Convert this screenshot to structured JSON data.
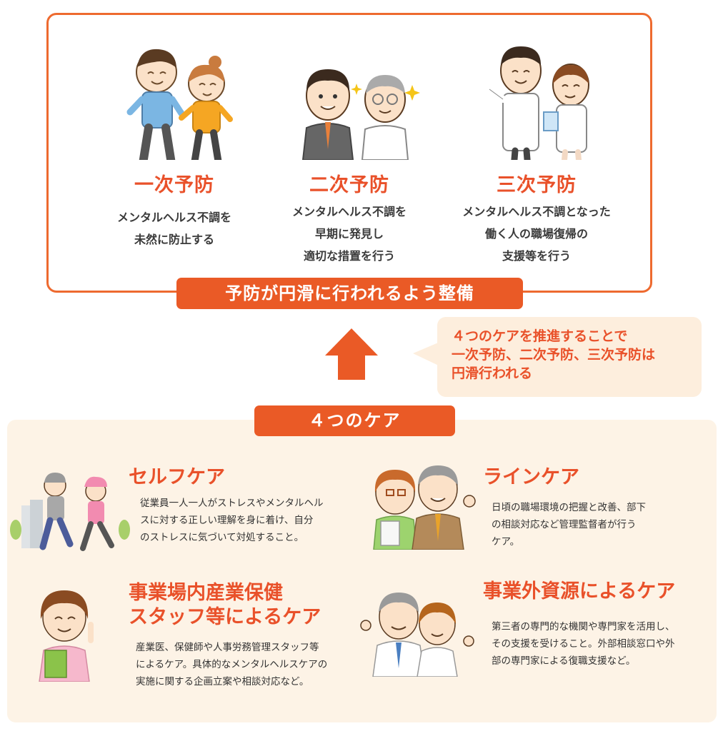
{
  "prevention": {
    "items": [
      {
        "title": "一次予防",
        "desc": [
          "メンタルヘルス不調を",
          "未然に防止する"
        ]
      },
      {
        "title": "二次予防",
        "desc": [
          "メンタルヘルス不調を",
          "早期に発見し",
          "適切な措置を行う"
        ]
      },
      {
        "title": "三次予防",
        "desc": [
          "メンタルヘルス不調となった",
          "働く人の職場復帰の",
          "支援等を行う"
        ]
      }
    ],
    "banner": "予防が円滑に行われるよう整備"
  },
  "bubble": {
    "lines": [
      "４つのケアを推進することで",
      "一次予防、二次予防、三次予防は",
      "円滑行われる"
    ]
  },
  "cares": {
    "title": "４つのケア",
    "items": [
      {
        "name": [
          "セルフケア"
        ],
        "desc": [
          "従業員一人一人がストレスやメンタルヘル",
          "スに対する正しい理解を身に着け、自分",
          "のストレスに気づいて対処すること。"
        ]
      },
      {
        "name": [
          "ラインケア"
        ],
        "desc": [
          "日頃の職場環境の把握と改善、部下",
          "の相談対応など管理監督者が行う",
          "ケア。"
        ]
      },
      {
        "name": [
          "事業場内産業保健",
          "スタッフ等によるケア"
        ],
        "desc": [
          "産業医、保健師や人事労務管理スタッフ等",
          "によるケア。具体的なメンタルヘルスケアの",
          "実施に関する企画立案や相談対応など。"
        ]
      },
      {
        "name": [
          "事業外資源によるケア"
        ],
        "desc": [
          "第三者の専門的な機関や専門家を活用し、",
          "その支援を受けること。外部相談窓口や外",
          "部の専門家による復職支援など。"
        ]
      }
    ]
  },
  "colors": {
    "accent": "#ea5a26",
    "accent_text": "#e9512a",
    "panel_bg": "#fdf3e6",
    "bubble_bg": "#fdeedd"
  }
}
